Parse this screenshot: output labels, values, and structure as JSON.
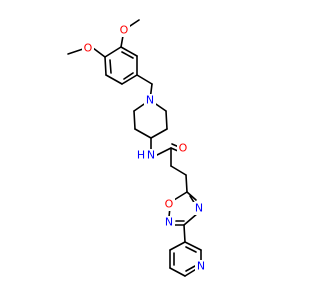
{
  "molecule": {
    "atoms": {
      "o_methoxy_top": "O",
      "o_methoxy_left": "O",
      "n_piperidine": "N",
      "n_amide": "N",
      "h_amide": "H",
      "o_carbonyl": "O",
      "o_oxadiazole": "O",
      "n_oxadiazole_left": "N",
      "n_oxadiazole_right": "N",
      "n_pyridine": "N"
    },
    "colors": {
      "bond": "#000000",
      "oxygen": "#ff0000",
      "nitrogen": "#0000ff"
    }
  }
}
